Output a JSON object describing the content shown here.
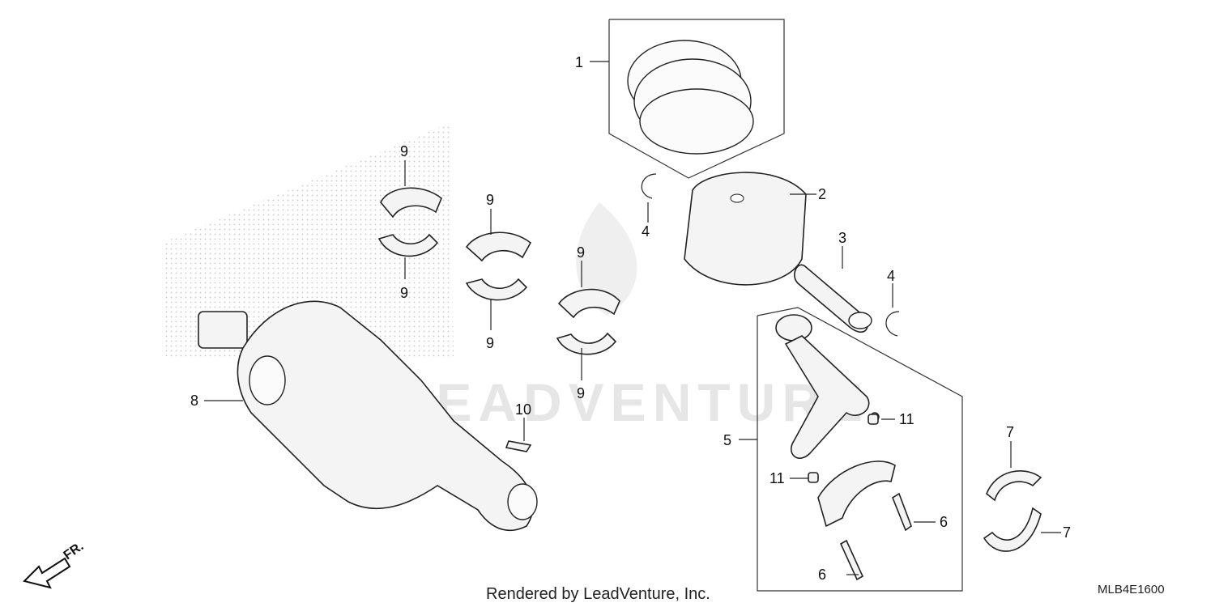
{
  "watermark": "LEADVENTURE",
  "footer": {
    "credit": "Rendered by LeadVenture, Inc.",
    "diagram_code": "MLB4E1600"
  },
  "direction_label": "FR.",
  "callouts": {
    "c1": "1",
    "c2": "2",
    "c3": "3",
    "c4a": "4",
    "c4b": "4",
    "c5": "5",
    "c6a": "6",
    "c6b": "6",
    "c7a": "7",
    "c7b": "7",
    "c8": "8",
    "c9a": "9",
    "c9b": "9",
    "c9c": "9",
    "c9d": "9",
    "c9e": "9",
    "c9f": "9",
    "c10": "10",
    "c11a": "11",
    "c11b": "11"
  }
}
